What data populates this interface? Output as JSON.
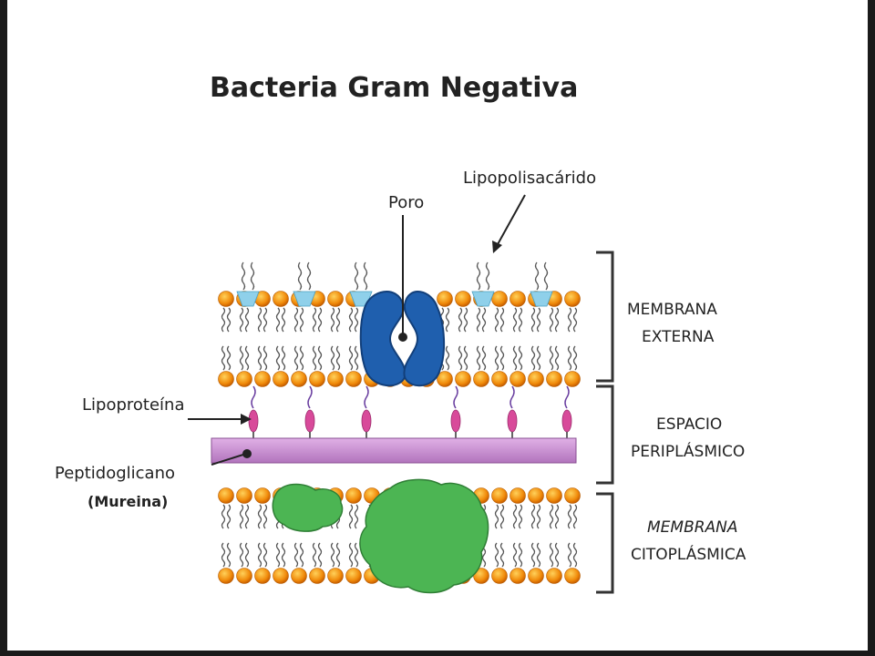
{
  "title": "Bacteria Gram Negativa",
  "labels": {
    "poro": "Poro",
    "lipopolisacarido": "Lipopolisacárido",
    "lipoproteina": "Lipoproteína",
    "peptidoglicano": "Peptidoglicano",
    "mureina": "(Mureina)"
  },
  "regions": {
    "membrana_externa": [
      "MEMBRANA",
      "EXTERNA"
    ],
    "espacio_periplasmico": [
      "ESPACIO",
      "PERIPLÁSMICO"
    ],
    "membrana_citoplasmica": [
      "MEMBRANA",
      "CITOPLÁSMICA"
    ]
  },
  "colors": {
    "head": "#f08a0a",
    "tail": "#555555",
    "porin": "#1f5fae",
    "lps_base": "#8fd0ea",
    "lipoprotein": "#d84a9a",
    "peptidoglycan": "#c889d0",
    "protein": "#4cb553",
    "bracket": "#333333"
  }
}
